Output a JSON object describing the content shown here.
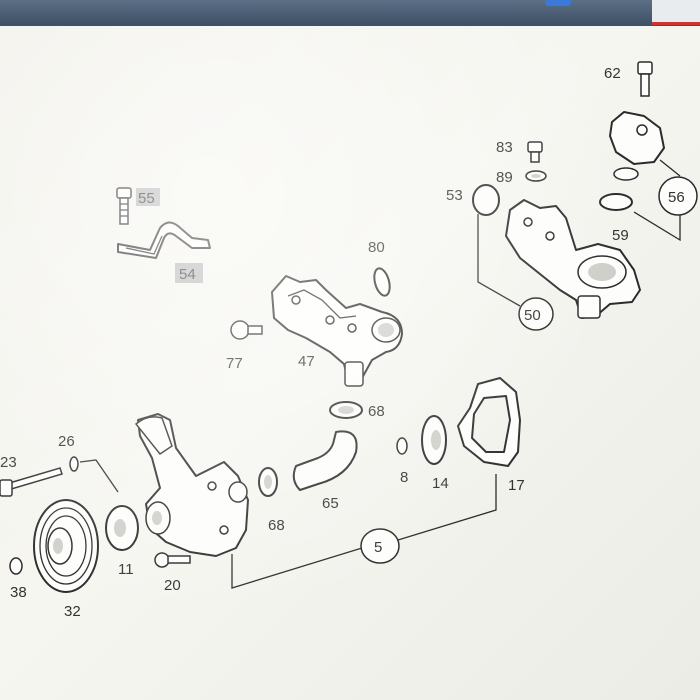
{
  "diagram": {
    "labels": {
      "p5": "5",
      "p8": "8",
      "p11": "11",
      "p14": "14",
      "p17": "17",
      "p20": "20",
      "p23": "23",
      "p26": "26",
      "p32": "32",
      "p38": "38",
      "p47": "47",
      "p50": "50",
      "p53": "53",
      "p54": "54",
      "p55": "55",
      "p56": "56",
      "p59": "59",
      "p62": "62",
      "p65": "65",
      "p68a": "68",
      "p68b": "68",
      "p77": "77",
      "p80": "80",
      "p83": "83",
      "p89": "89"
    }
  }
}
